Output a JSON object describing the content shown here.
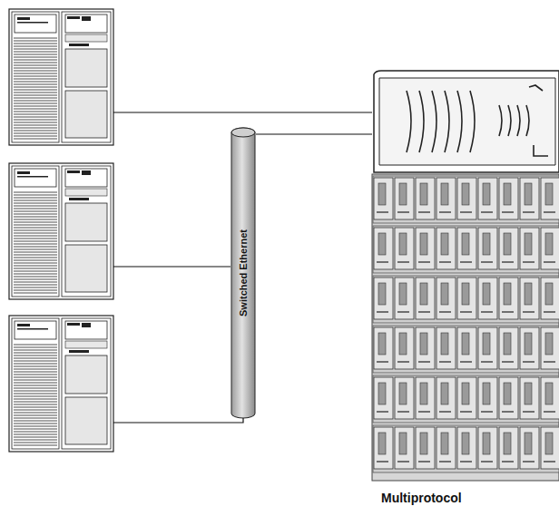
{
  "diagram": {
    "nodes": [
      {
        "text": [
          "Switched Ethernet"
        ]
      },
      {
        "text": [
          "Multiprotocol"
        ]
      }
    ],
    "edges": [
      {
        "from": 0,
        "to": 1,
        "arrow": "none"
      }
    ]
  }
}
